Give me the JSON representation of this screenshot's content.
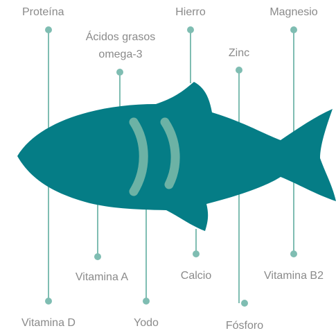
{
  "colors": {
    "fish": "#057d86",
    "gills": "#6cb2a5",
    "leader": "#7fbdb2",
    "label_text": "#8a8a8a",
    "background": "#ffffff"
  },
  "nutrients": {
    "proteina": "Proteína",
    "acidos_line1": "Ácidos grasos",
    "acidos_line2": "omega-3",
    "hierro": "Hierro",
    "zinc": "Zinc",
    "magnesio": "Magnesio",
    "vitamina_d": "Vitamina D",
    "vitamina_a": "Vitamina A",
    "yodo": "Yodo",
    "calcio": "Calcio",
    "fosforo": "Fósforo",
    "vitamina_b2": "Vitamina B2"
  }
}
